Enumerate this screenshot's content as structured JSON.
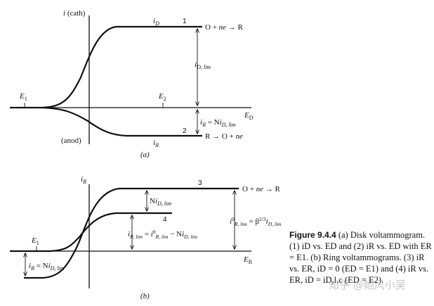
{
  "panel_a": {
    "y_axis_label": "i (cath)",
    "anod_label": "(anod)",
    "x_axis_label": "E",
    "x_axis_sub": "D",
    "e1": "E",
    "e1_sub": "1",
    "e2": "E",
    "e2_sub": "2",
    "curve1_number": "1",
    "curve1_label": "iD",
    "curve1_reaction": "O + ne → R",
    "curve2_number": "2",
    "curve2_label": "iR",
    "curve2_reaction": "R → O + ne",
    "dim_upper": "iD, lim",
    "dim_lower": "iR = NiD, lim",
    "panel_label": "(a)"
  },
  "panel_b": {
    "y_axis_label": "iR",
    "x_axis_label": "ER",
    "e1": "E",
    "e1_sub": "1",
    "curve3_number": "3",
    "curve3_reaction": "O + ne → R",
    "curve4_number": "4",
    "dim_top": "NiD, lim",
    "dim_mid": "iR, lim = i0R, lim − NiD, lim",
    "dim_right": "i0R, lim = β2/3iD, lim",
    "dim_bottom": "iR = NiD, lim",
    "panel_label": "(b)"
  },
  "caption": {
    "title": "Figure 9.4.4",
    "text": "(a) Disk voltammogram. (1) iD vs. ED and (2) iR vs. ED with ER = E1. (b) Ring voltammograms. (3) iR vs. ER, iD = 0 (ED = E1) and (4) iR vs. ER, iD = iD,l,c (ED = E2)."
  },
  "watermark": "知乎 @她风小吴"
}
